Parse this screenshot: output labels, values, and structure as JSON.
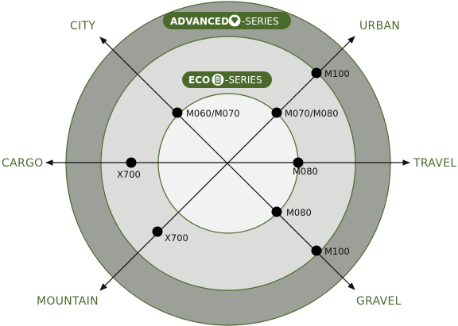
{
  "colors": {
    "outer_ring": "#9d9f99",
    "middle_ring": "#dcdcda",
    "inner_circle": "#f2f2f2",
    "ring_stroke": "#4a6a2c",
    "badge": "#4a6a2c",
    "label": "#4a6a2c",
    "axis": "#111111",
    "point": "#000000"
  },
  "axes": {
    "city": "CITY",
    "urban": "URBAN",
    "cargo": "CARGO",
    "travel": "TRAVEL",
    "mountain": "MOUNTAIN",
    "gravel": "GRAVEL"
  },
  "badges": {
    "advanced": {
      "bold": "ADVANCED",
      "suffix": "-SERIES",
      "icon": "diamond-logo-icon"
    },
    "eco": {
      "bold": "ECO",
      "suffix": "-SERIES",
      "icon": "battery-icon"
    }
  },
  "points": [
    {
      "id": "m100-urban",
      "label": "M100"
    },
    {
      "id": "m060-m070",
      "label": "M060/M070"
    },
    {
      "id": "m070-m080",
      "label": "M070/M080"
    },
    {
      "id": "x700-cargo",
      "label": "X700"
    },
    {
      "id": "m080-travel",
      "label": "M080"
    },
    {
      "id": "m080-gravel",
      "label": "M080"
    },
    {
      "id": "x700-mountain",
      "label": "X700"
    },
    {
      "id": "m100-gravel",
      "label": "M100"
    }
  ]
}
